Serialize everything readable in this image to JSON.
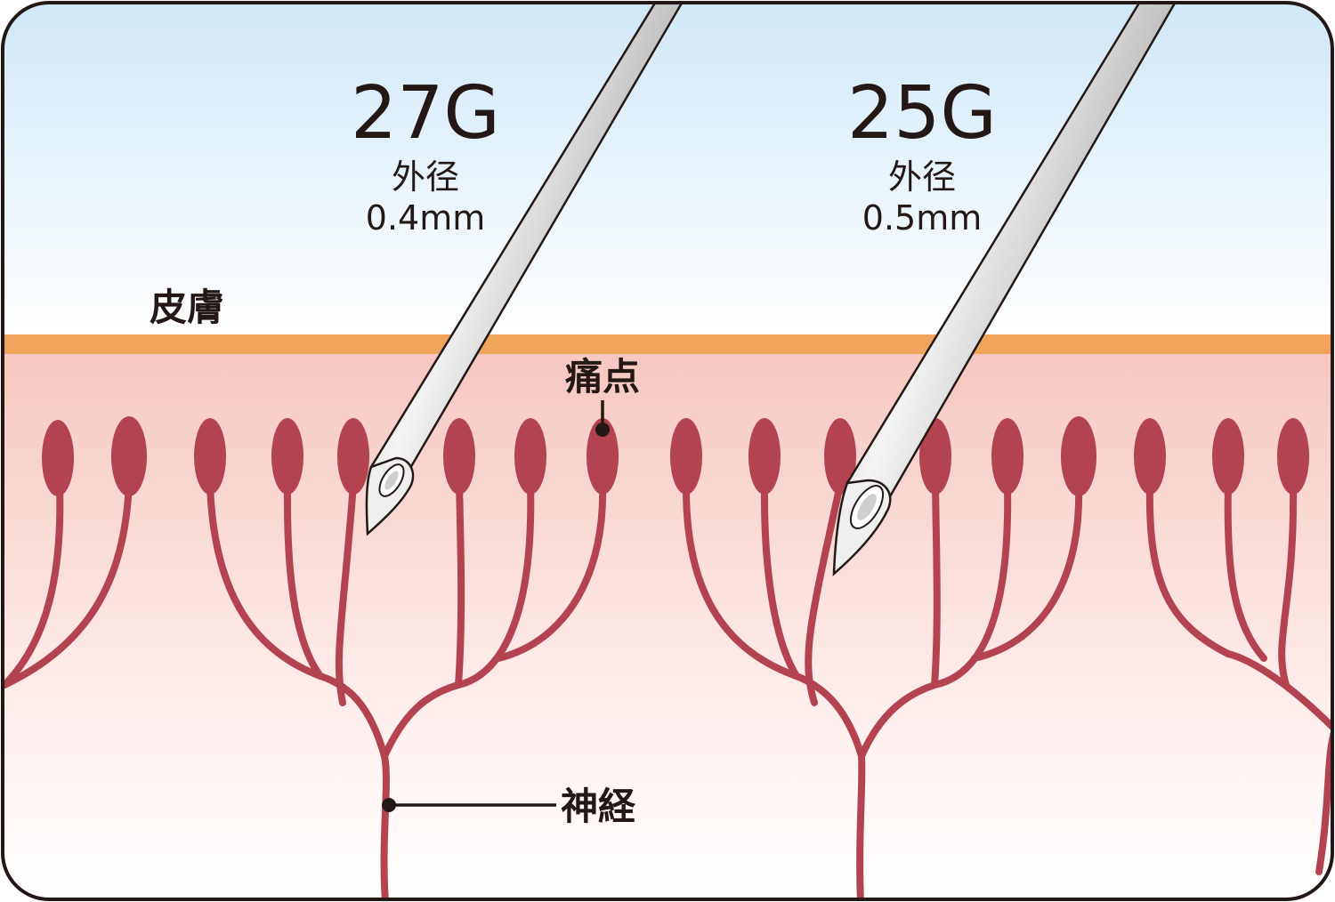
{
  "needles": [
    {
      "gauge": "27G",
      "diameter_label": "外径",
      "diameter_value": "0.4mm"
    },
    {
      "gauge": "25G",
      "diameter_label": "外径",
      "diameter_value": "0.5mm"
    }
  ],
  "labels": {
    "skin": "皮膚",
    "pain_point": "痛点",
    "nerve": "神経"
  },
  "colors": {
    "frame": "#231815",
    "sky_top": "#cfe8f7",
    "skin_band": "#f0a35a",
    "tissue_top": "#f6c7c0",
    "nerve": "#b3444f",
    "needle": "#b8b8b8"
  }
}
